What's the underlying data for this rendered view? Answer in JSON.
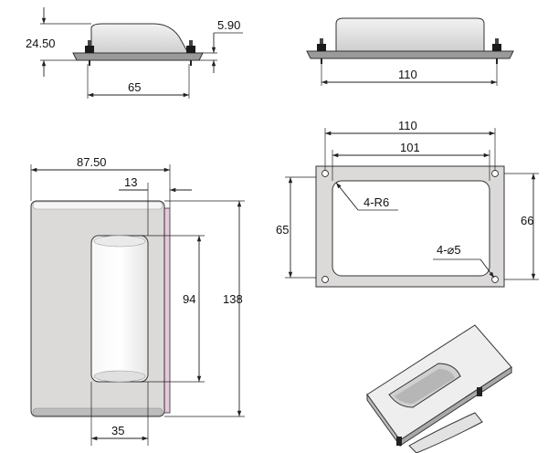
{
  "drawing": {
    "side_view": {
      "height_label": "24.50",
      "lip_label": "5.90",
      "width_label": "65"
    },
    "front_view": {
      "length_label": "110"
    },
    "plate_view": {
      "outer_width_label": "110",
      "inner_width_label": "101",
      "corner_radius_label": "4-R6",
      "hole_label": "4-⌀5",
      "outer_height_label": "65",
      "inner_height_label": "66"
    },
    "main_view": {
      "overall_width_label": "87.50",
      "offset_label": "13",
      "pocket_height_label": "94",
      "overall_height_label": "138",
      "pocket_width_label": "35"
    },
    "colors": {
      "line": "#222222",
      "plate_fill": "#dcd9d9",
      "pink_edge": "#e6c9dc",
      "pocket_fill": "#f3f3f3"
    }
  }
}
